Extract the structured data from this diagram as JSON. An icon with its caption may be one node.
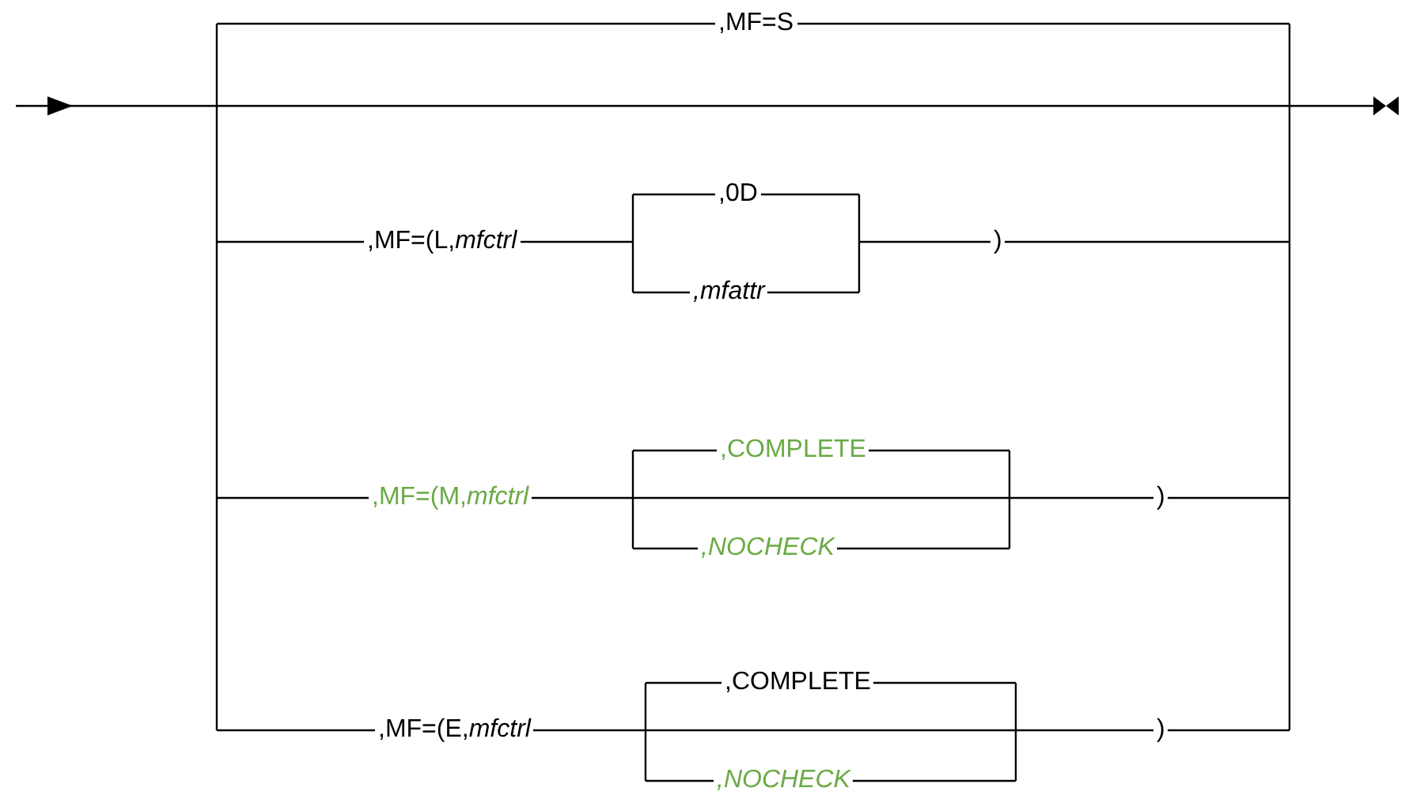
{
  "diagram": {
    "labels": [
      ",MF=S",
      ",MF=(L,*mfctrl*",
      ",0D",
      ",mfattr",
      ")",
      ",MF=(M,*mfctrl*",
      ",COMPLETE",
      ",NOCHECK",
      ")",
      ",MF=(E,*mfctrl*",
      ",COMPLETE",
      ",NOCHECK",
      ")"
    ]
  }
}
